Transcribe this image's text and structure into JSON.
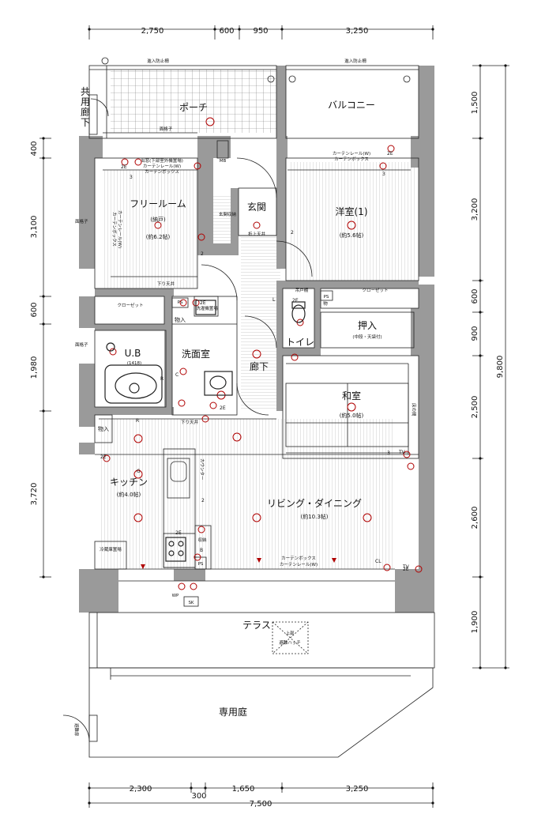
{
  "dimensions": {
    "top": [
      "2,750",
      "600",
      "950",
      "3,250"
    ],
    "bottom": [
      "2,300",
      "300",
      "1,650",
      "3,250"
    ],
    "bottom_total": "7,500",
    "left": [
      "400",
      "3,100",
      "600",
      "1,980",
      "3,720"
    ],
    "right": [
      "1,500",
      "3,200",
      "600",
      "900",
      "2,500",
      "2,600",
      "1,900"
    ],
    "right_total": "9,800"
  },
  "rooms": {
    "porch": "ポーチ",
    "balcony": "バルコニー",
    "common_corridor": "共用廊下",
    "free_room": "フリールーム",
    "free_room_sub": "(納戸)",
    "free_room_size": "(約6.2帖)",
    "entrance": "玄関",
    "western_room": "洋室(1)",
    "western_room_size": "(約5.6帖)",
    "closet_push": "押入",
    "closet_push_sub": "(中段・天袋付)",
    "toilet": "トイレ",
    "washroom": "洗面室",
    "storage": "物入",
    "storage2": "物入",
    "unit_bath": "U.B",
    "unit_bath_size": "(1418)",
    "hallway": "廊下",
    "japanese_room": "和室",
    "japanese_room_size": "(約5.0帖)",
    "kitchen": "キッチン",
    "kitchen_size": "(約4.0帖)",
    "living": "リビング・ダイニング",
    "living_size": "(約10.3帖)",
    "terrace": "テラス",
    "private_garden": "専用庭"
  },
  "labels": {
    "closet1": "クローゼット",
    "closet2": "クローゼット",
    "lower_ceiling1": "下り天井",
    "lower_ceiling2": "下り天井",
    "curtain_box_w": "カーテンボックス",
    "curtain_rail_w": "カーテンレール(W)",
    "curtain_box_fr": "カーテンボックス",
    "curtain_rail_fr": "カーテンレール(W)",
    "curtain_box_ld": "カーテンボックス",
    "curtain_rail_ld": "カーテンレール(W)",
    "curtain_box_fr_v": "カーテンボックス",
    "curtain_rail_fr_v": "カーテンレール(W)",
    "window_bars": "面格子",
    "window_bars2": "面格子",
    "window_bars3": "面格子",
    "intrusion_prevention1": "進入防止柵",
    "intrusion_prevention2": "進入防止柵",
    "ceiling_access_hatch": "上部避難ハッチ",
    "hatch_top": "上部",
    "hatch_bottom": "避難ハッチ",
    "evac_door": "避難扉",
    "entrance_ceiling": "折上天井",
    "shoe_box": "玄関収納",
    "shoe_box2": "収納",
    "washing_machine": "洗濯機置場",
    "fridge": "冷蔵庫置場",
    "counter": "カウンター",
    "ps1": "PS",
    "ps2": "PS",
    "ps3": "PS",
    "mb": "MB",
    "wp": "WP",
    "sk": "SK",
    "small_closet": "物",
    "tokobashira": "床の間",
    "outdoor_unit": "出窓(下部室外機置場)",
    "toilet_cabinet": "吊戸棚",
    "2e_1": "2E",
    "2e_2": "2E",
    "2e_3": "2E",
    "2e_4": "2E",
    "2e_5": "2E",
    "2e_6": "2E",
    "2e_7": "2E",
    "2e_8": "2E",
    "tv": "TV",
    "tv2": "TV",
    "l_mark": "L",
    "r_mark": "R",
    "r_mark2": "R",
    "c_mark": "C",
    "b_mark": "B",
    "g_mark": "G",
    "cl_mark": "CL",
    "num3a": "3",
    "num3b": "3",
    "num3c": "3",
    "num2a": "2",
    "num2b": "2",
    "num2c": "2"
  }
}
